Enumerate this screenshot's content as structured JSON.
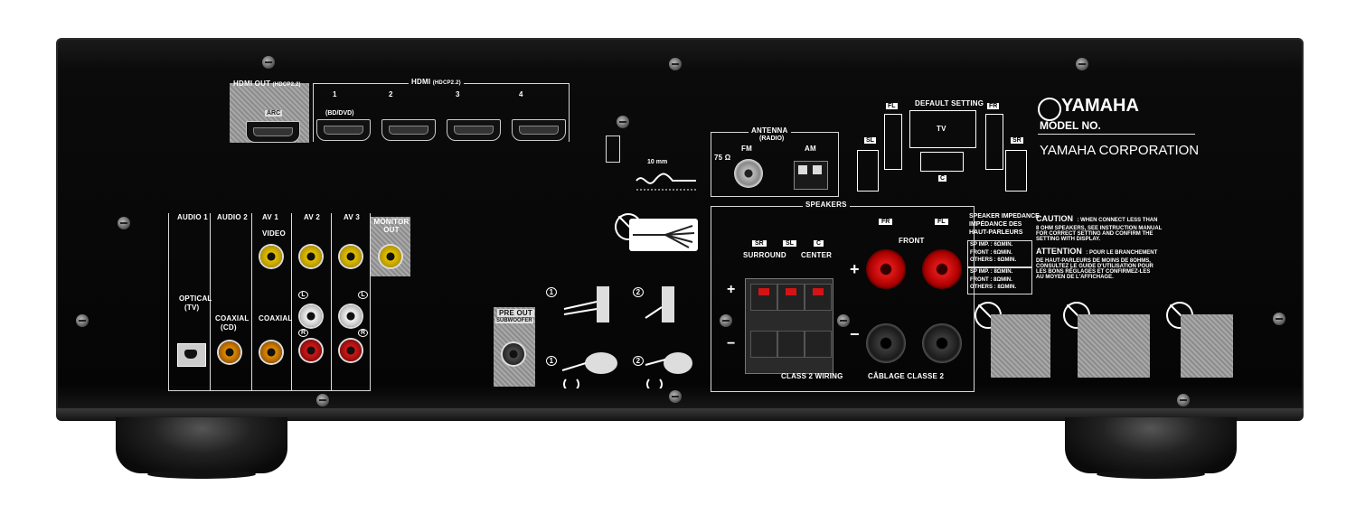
{
  "brand": {
    "name": "YAMAHA",
    "model_label": "MODEL NO.",
    "corporation": "YAMAHA CORPORATION"
  },
  "hdmi": {
    "out_label": "HDMI OUT",
    "out_spec": "(HDCP2.2)",
    "out_arc": "ARC",
    "in_label": "HDMI",
    "in_spec": "(HDCP2.2)",
    "ports": [
      "1",
      "2",
      "3",
      "4"
    ],
    "port1_sub": "(BD/DVD)"
  },
  "audio_inputs": {
    "columns": [
      "AUDIO 1",
      "AUDIO 2",
      "AV 1",
      "AV 2",
      "AV 3"
    ],
    "monitor_out": "MONITOR OUT",
    "video": "VIDEO",
    "optical": "OPTICAL",
    "optical_sub": "(TV)",
    "coaxial1": "COAXIAL",
    "coaxial1_sub": "(CD)",
    "coaxial2": "COAXIAL",
    "left": "L",
    "right": "R"
  },
  "pre_out": {
    "label": "PRE OUT",
    "sub": "SUBWOOFER"
  },
  "wire_strip": {
    "length": "10 mm"
  },
  "steps": [
    "1",
    "2",
    "1",
    "2"
  ],
  "antenna": {
    "title": "ANTENNA",
    "sub": "(RADIO)",
    "fm": "FM",
    "ohm": "75 Ω",
    "am": "AM"
  },
  "default_setting": {
    "title": "DEFAULT SETTING",
    "tv": "TV",
    "fl": "FL",
    "fr": "FR",
    "sl": "SL",
    "sr": "SR",
    "c": "C"
  },
  "speakers": {
    "title": "SPEAKERS",
    "sr": "SR",
    "sl": "SL",
    "c": "C",
    "surround": "SURROUND",
    "center": "CENTER",
    "fr": "FR",
    "fl": "FL",
    "front": "FRONT",
    "plus": "+",
    "minus": "−",
    "class2": "CLASS 2 WIRING",
    "class2_fr": "CÂBLAGE CLASSE 2"
  },
  "impedance": {
    "title": "SPEAKER IMPEDANCE",
    "title_fr1": "IMPÉDANCE DES",
    "title_fr2": "HAUT-PARLEURS",
    "sp_imp": "SP IMP. : 6ΩMIN.",
    "front6": "FRONT    : 6ΩMIN.",
    "others6": "OTHERS  : 6ΩMIN.",
    "sp_imp8": "SP IMP. : 8ΩMIN.",
    "front8": "FRONT    : 8ΩMIN.",
    "others8": "OTHERS  : 8ΩMIN."
  },
  "caution": {
    "title": "CAUTION",
    "l1": ": WHEN CONNECT LESS THAN",
    "l2": "8 OHM SPEAKERS, SEE INSTRUCTION MANUAL",
    "l3": "FOR CORRECT SETTING AND CONFIRM THE",
    "l4": "SETTING WITH DISPLAY.",
    "att_title": "ATTENTION",
    "a1": ": POUR LE BRANCHEMENT",
    "a2": "DE HAUT-PARLEURS DE MOINS DE 8OHMS,",
    "a3": "CONSULTEZ LE GUIDE D'UTILISATION POUR",
    "a4": "LES BONS RÉGLAGES ET CONFIRMEZ-LES",
    "a5": "AU MOYEN DE L'AFFICHAGE."
  }
}
